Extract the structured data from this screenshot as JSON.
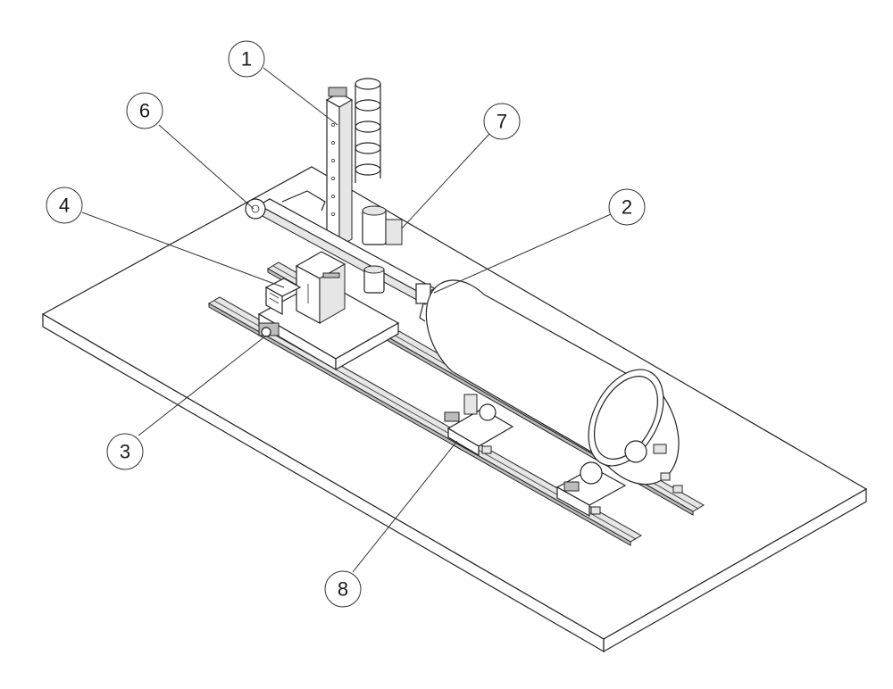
{
  "callouts": [
    {
      "id": "1",
      "label": "1"
    },
    {
      "id": "2",
      "label": "2"
    },
    {
      "id": "3",
      "label": "3"
    },
    {
      "id": "4",
      "label": "4"
    },
    {
      "id": "6",
      "label": "6"
    },
    {
      "id": "7",
      "label": "7"
    },
    {
      "id": "8",
      "label": "8"
    }
  ],
  "colors": {
    "line": "#222222",
    "background": "#ffffff",
    "shade_light": "#e6e6e6",
    "shade_dark": "#bdbdbd"
  }
}
